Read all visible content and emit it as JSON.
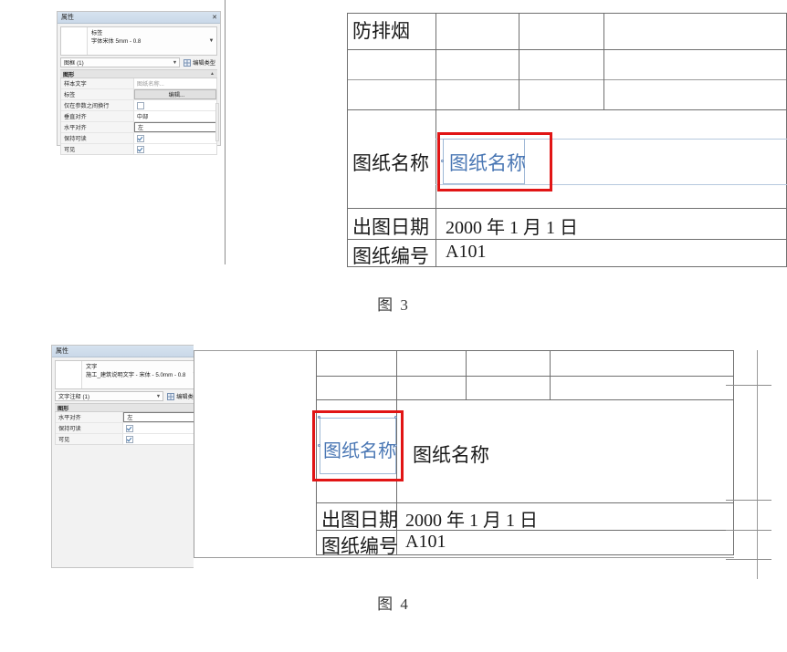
{
  "figure3": {
    "caption": "图 3",
    "panel": {
      "title": "属性",
      "close_icon": "close-icon",
      "type_name": "标签",
      "type_detail": "字体宋体 5mm - 0.8",
      "dropdown_icon": "chevron-down-icon",
      "selector_value": "图框 (1)",
      "selector_caret": "chevron-down-icon",
      "edit_type_label": "编辑类型",
      "edit_type_icon": "edit-type-icon",
      "section_label": "图形",
      "section_collapse_icon": "collapse-icon",
      "rows": [
        {
          "name": "样本文字",
          "value": "图纸名称...",
          "kind": "muted"
        },
        {
          "name": "标签",
          "value": "编辑...",
          "kind": "button"
        },
        {
          "name": "仅在参数之间换行",
          "value": "",
          "kind": "checkbox-off"
        },
        {
          "name": "垂直对齐",
          "value": "中部",
          "kind": "text"
        },
        {
          "name": "水平对齐",
          "value": "左",
          "kind": "selected"
        },
        {
          "name": "保持可读",
          "value": "",
          "kind": "checkbox-on"
        },
        {
          "name": "可见",
          "value": "",
          "kind": "checkbox-on"
        }
      ]
    },
    "table": {
      "cells": [
        {
          "text": "防排烟"
        },
        {
          "text": "图纸名称"
        },
        {
          "text": "出图日期"
        },
        {
          "text": "2000 年 1 月 1 日"
        },
        {
          "text": "图纸编号"
        },
        {
          "text": "A101"
        }
      ],
      "selected_text": "图纸名称"
    }
  },
  "figure4": {
    "caption": "图 4",
    "panel": {
      "title": "属性",
      "close_icon": "close-icon",
      "type_name": "文字",
      "type_detail": "施工_建筑说明文字 - 宋体 - 5.0mm - 0.8",
      "dropdown_icon": "chevron-down-icon",
      "selector_value": "文字注释 (1)",
      "selector_caret": "chevron-down-icon",
      "edit_type_label": "编辑类型",
      "edit_type_icon": "edit-type-icon",
      "section_label": "图形",
      "section_collapse_icon": "collapse-icon",
      "rows": [
        {
          "name": "水平对齐",
          "value": "左",
          "kind": "selected"
        },
        {
          "name": "保持可读",
          "value": "",
          "kind": "checkbox-on"
        },
        {
          "name": "可见",
          "value": "",
          "kind": "checkbox-on"
        }
      ]
    },
    "table": {
      "cells": [
        {
          "text": "图纸名称"
        },
        {
          "text": "出图日期"
        },
        {
          "text": "2000 年 1 月 1 日"
        },
        {
          "text": "图纸编号"
        },
        {
          "text": "A101"
        }
      ],
      "selected_text": "图纸名称"
    }
  },
  "colors": {
    "annotation_red": "#e11515",
    "selection_blue": "#4a77b4",
    "table_line": "#6f6f6f",
    "panel_titlebar": "#c9d8e8"
  }
}
